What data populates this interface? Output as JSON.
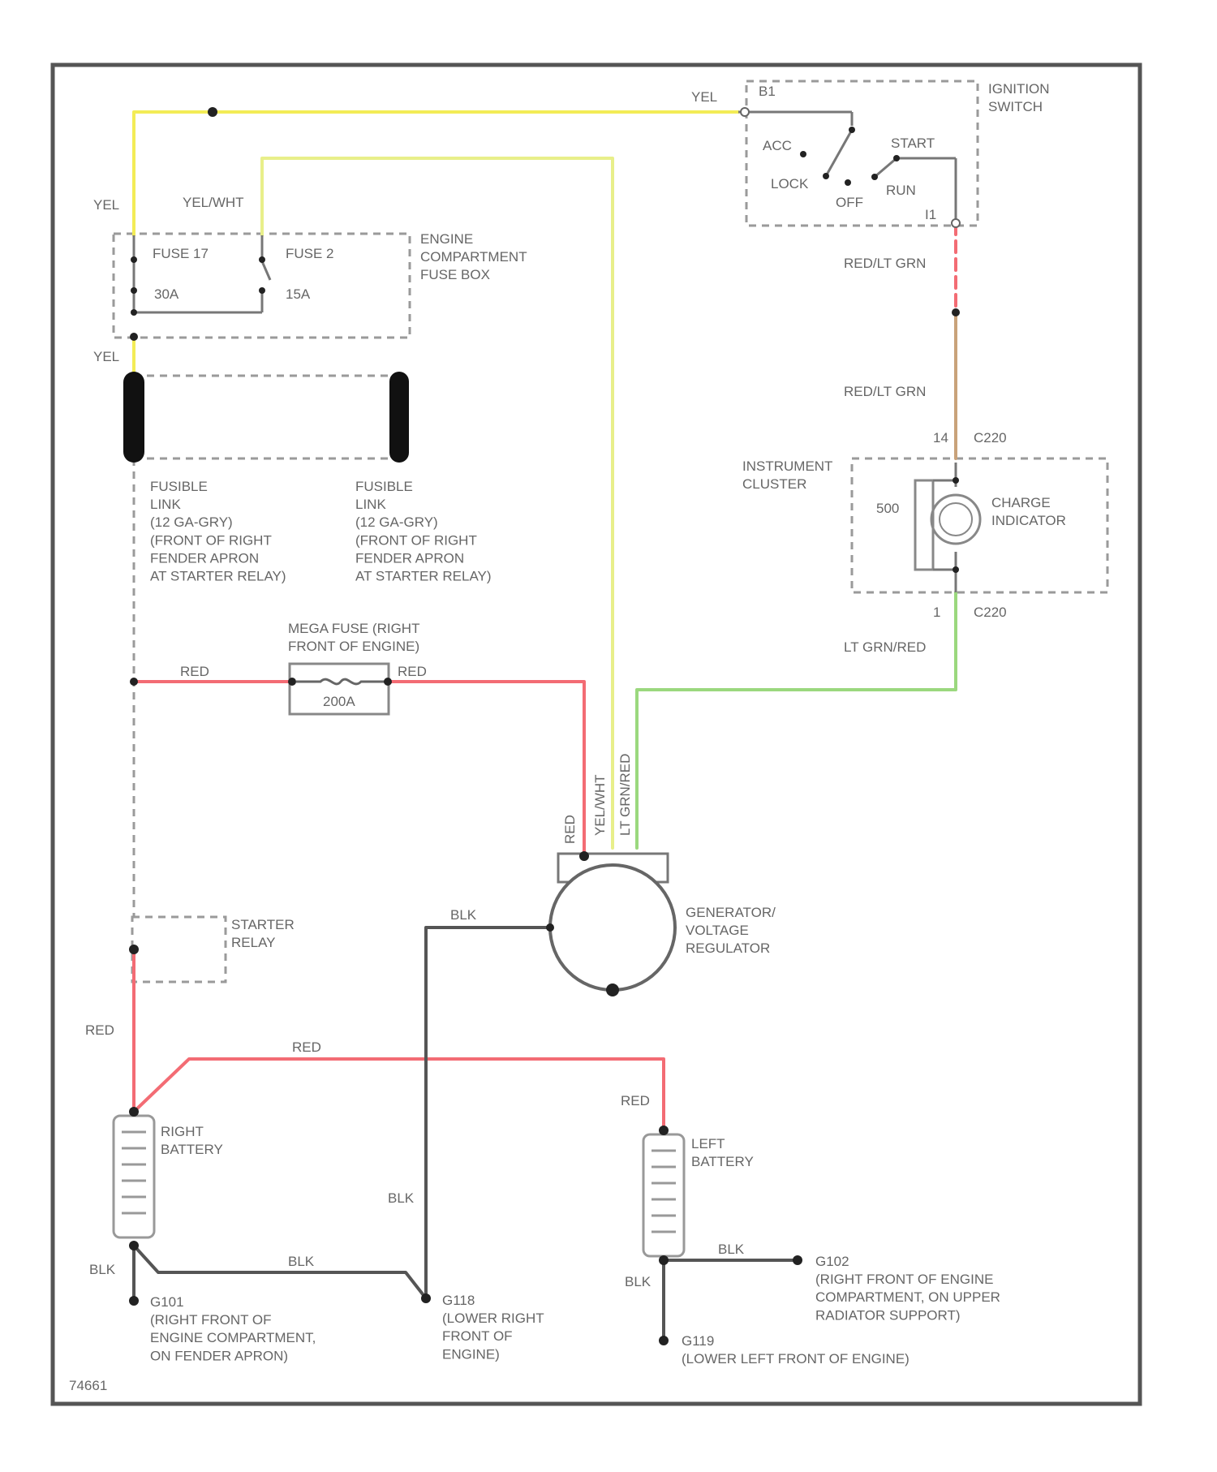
{
  "colors": {
    "yellow": "#f3ec56",
    "yellow_light": "#e8ef8a",
    "red": "#f36c74",
    "green": "#9bd87e",
    "black": "#555555",
    "brown": "#c9a27a",
    "border": "#555555"
  },
  "labels": {
    "top_yel": "YEL",
    "b1": "B1",
    "ignition_switch": [
      "IGNITION",
      "SWITCH"
    ],
    "acc": "ACC",
    "start": "START",
    "lock": "LOCK",
    "off": "OFF",
    "run": "RUN",
    "i1": "I1",
    "red_lt_grn_1": "RED/LT GRN",
    "red_lt_grn_2": "RED/LT GRN",
    "yel_wht": "YEL/WHT",
    "yel_left": "YEL",
    "fuse17": "FUSE 17",
    "fuse2": "FUSE 2",
    "amp30": "30A",
    "amp15": "15A",
    "fuse_box": [
      "ENGINE",
      "COMPARTMENT",
      "FUSE BOX"
    ],
    "yel_lower": "YEL",
    "fusible_link_1": [
      "FUSIBLE",
      "LINK",
      "(12 GA-GRY)",
      "(FRONT OF RIGHT",
      "FENDER APRON",
      "AT STARTER RELAY)"
    ],
    "fusible_link_2": [
      "FUSIBLE",
      "LINK",
      "(12 GA-GRY)",
      "(FRONT OF RIGHT",
      "FENDER APRON",
      "AT STARTER RELAY)"
    ],
    "c14": "14",
    "c220_top": "C220",
    "instrument_cluster": [
      "INSTRUMENT",
      "CLUSTER"
    ],
    "ohm": "500",
    "charge_indicator": [
      "CHARGE",
      "INDICATOR"
    ],
    "c1": "1",
    "c220_bot": "C220",
    "lt_grn_red": "LT GRN/RED",
    "mega_fuse": [
      "MEGA FUSE (RIGHT",
      "FRONT OF ENGINE)"
    ],
    "red_a": "RED",
    "red_b": "RED",
    "amp200": "200A",
    "gen_red": "RED",
    "gen_yel_wht": "YEL/WHT",
    "gen_lt_grn_red": "LT GRN/RED",
    "blk_gen": "BLK",
    "generator": [
      "GENERATOR/",
      "VOLTAGE",
      "REGULATOR"
    ],
    "starter_relay": [
      "STARTER",
      "RELAY"
    ],
    "red_left": "RED",
    "red_top": "RED",
    "red_right": "RED",
    "right_battery": [
      "RIGHT",
      "BATTERY"
    ],
    "left_battery": [
      "LEFT",
      "BATTERY"
    ],
    "blk_mid": "BLK",
    "blk_right_batt": "BLK",
    "g102": [
      "G102",
      "(RIGHT FRONT OF ENGINE",
      "COMPARTMENT, ON UPPER",
      "RADIATOR SUPPORT)"
    ],
    "blk_left_batt": "BLK",
    "blk_ground": "BLK",
    "blk_left2": "BLK",
    "g101": [
      "G101",
      "(RIGHT FRONT OF",
      "ENGINE COMPARTMENT,",
      "ON FENDER APRON)"
    ],
    "g118": [
      "G118",
      "(LOWER RIGHT",
      "FRONT OF",
      "ENGINE)"
    ],
    "g119": [
      "G119",
      "(LOWER LEFT FRONT OF ENGINE)"
    ],
    "figure_id": "74661"
  }
}
